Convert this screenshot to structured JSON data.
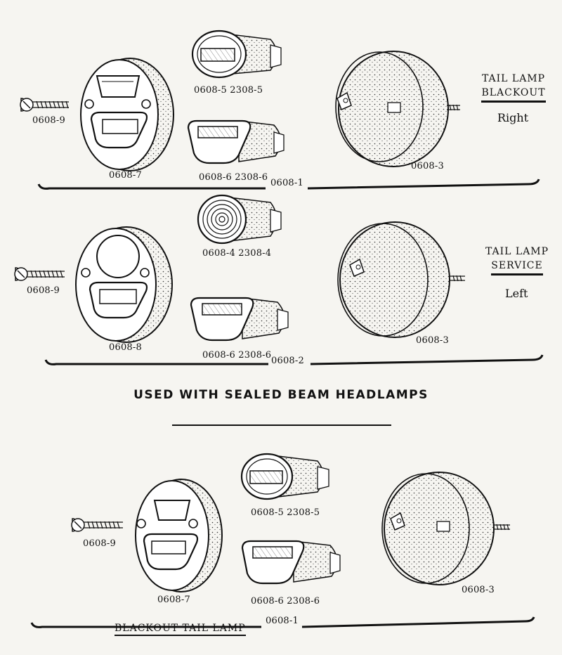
{
  "sections": [
    {
      "group_number": "0608-1",
      "title_line1": "TAIL LAMP",
      "title_line2": "BLACKOUT",
      "side": "Right",
      "labels": {
        "bolt": "0608-9",
        "plate": "0608-7",
        "upper_unit": "0608-5  2308-5",
        "lower_unit": "0608-6  2308-6",
        "housing": "0608-3"
      }
    },
    {
      "group_number": "0608-2",
      "title_line1": "TAIL LAMP",
      "title_line2": "SERVICE",
      "side": "Left",
      "labels": {
        "bolt": "0608-9",
        "plate": "0608-8",
        "upper_unit": "0608-4  2308-4",
        "lower_unit": "0608-6  2308-6",
        "housing": "0608-3"
      }
    },
    {
      "group_number": "0608-1",
      "title": "BLACKOUT TAIL LAMP",
      "labels": {
        "bolt": "0608-9",
        "plate": "0608-7",
        "upper_unit": "0608-5  2308-5",
        "lower_unit": "0608-6  2308-6",
        "housing": "0608-3"
      }
    }
  ],
  "heading": "USED WITH SEALED BEAM HEADLAMPS"
}
